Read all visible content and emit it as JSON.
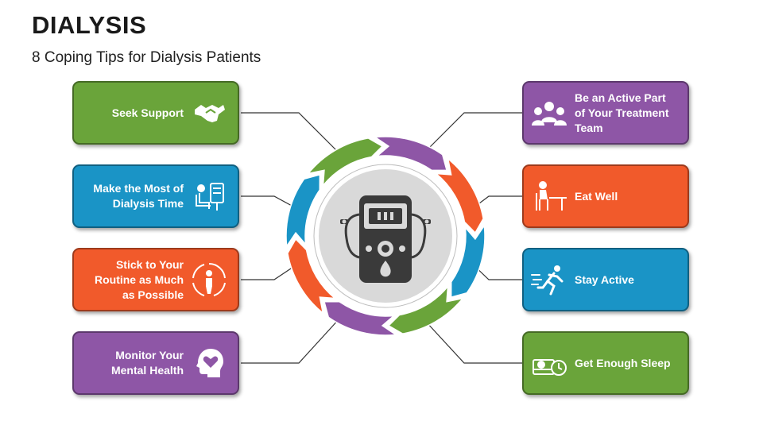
{
  "header": {
    "title": "DIALYSIS",
    "subtitle": "8 Coping Tips for Dialysis Patients"
  },
  "colors": {
    "green": "#6aa43a",
    "blue": "#1a94c6",
    "orange": "#f15a2b",
    "purple": "#8e56a6",
    "connector": "#333333",
    "center_fill": "#d9d9d9",
    "device": "#3a3a3a"
  },
  "tips_left": [
    {
      "label": "Seek Support",
      "color": "#6aa43a",
      "icon": "handshake-icon"
    },
    {
      "label": "Make the Most of Dialysis Time",
      "color": "#1a94c6",
      "icon": "patient-dialysis-icon"
    },
    {
      "label": "Stick to Your Routine as Much as Possible",
      "color": "#f15a2b",
      "icon": "routine-cycle-icon"
    },
    {
      "label": "Monitor Your Mental Health",
      "color": "#8e56a6",
      "icon": "head-heart-icon"
    }
  ],
  "tips_right": [
    {
      "label": "Be an Active Part of Your Treatment Team",
      "color": "#8e56a6",
      "icon": "care-team-icon"
    },
    {
      "label": "Eat Well",
      "color": "#f15a2b",
      "icon": "eating-person-icon"
    },
    {
      "label": "Stay Active",
      "color": "#1a94c6",
      "icon": "running-person-icon"
    },
    {
      "label": "Get Enough Sleep",
      "color": "#6aa43a",
      "icon": "sleep-clock-icon"
    }
  ],
  "center": {
    "icon": "dialysis-machine-icon"
  }
}
